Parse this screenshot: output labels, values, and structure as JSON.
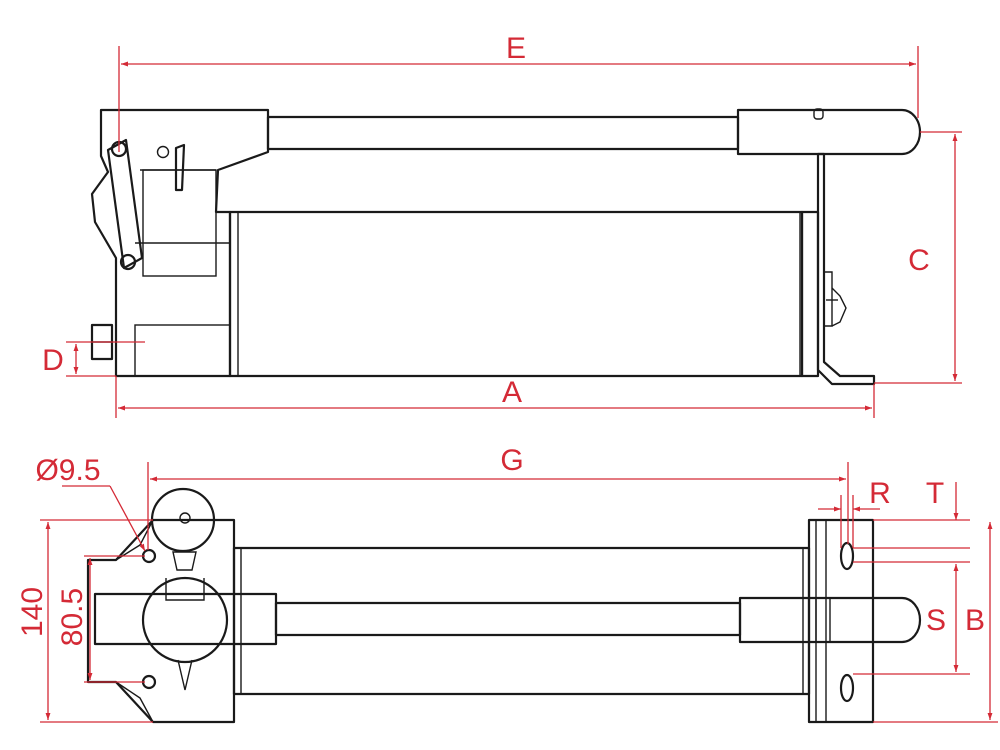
{
  "colors": {
    "outline": "#1a1a1a",
    "dimension": "#d42a36",
    "background": "#ffffff"
  },
  "labels": {
    "E": "E",
    "C": "C",
    "D": "D",
    "A": "A",
    "G": "G",
    "R": "R",
    "T": "T",
    "S": "S",
    "B": "B",
    "hole_diameter": "Ø9.5",
    "height_140": "140",
    "width_80_5": "80.5"
  }
}
